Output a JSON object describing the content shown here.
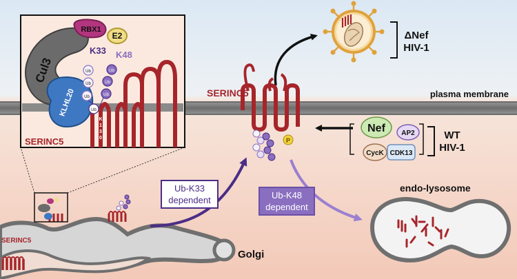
{
  "labels": {
    "serinc5_main": "SERINC5",
    "serinc5_inset": "SERINC5",
    "serinc5_small": "SERINC5",
    "plasma_membrane": "plasma membrane",
    "delta_nef_line1": "ΔNef",
    "delta_nef_line2": "HIV-1",
    "wt_line1": "WT",
    "wt_line2": "HIV-1",
    "nef": "Nef",
    "ap2": "AP2",
    "cycK": "CycK",
    "cdk13": "CDK13",
    "endo_lysosome": "endo-lysosome",
    "golgi": "Golgi",
    "ub_k33_line1": "Ub-K33",
    "ub_k33_line2": "dependent",
    "ub_k48_line1": "Ub-K48",
    "ub_k48_line2": "dependent",
    "phospho": "P"
  },
  "inset": {
    "cul3": "Cul3",
    "rbx1": "RBX1",
    "e2": "E2",
    "k33": "K33",
    "k48": "K48",
    "klhl20": "KLHL20",
    "ub": "Ub",
    "k130": [
      "K",
      "1",
      "3",
      "0"
    ]
  },
  "colors": {
    "serinc5": "#a6252a",
    "k33_purple": "#4b2d86",
    "k48_purple": "#8a6fc0",
    "klhl20_blue": "#3f78c2",
    "cul3_gray": "#6b6b6b",
    "rbx1_magenta": "#b2357e",
    "e2_yellow": "#f0dd86",
    "nef_green": "#cde9b4",
    "membrane_gray": "#8a8a8a"
  }
}
